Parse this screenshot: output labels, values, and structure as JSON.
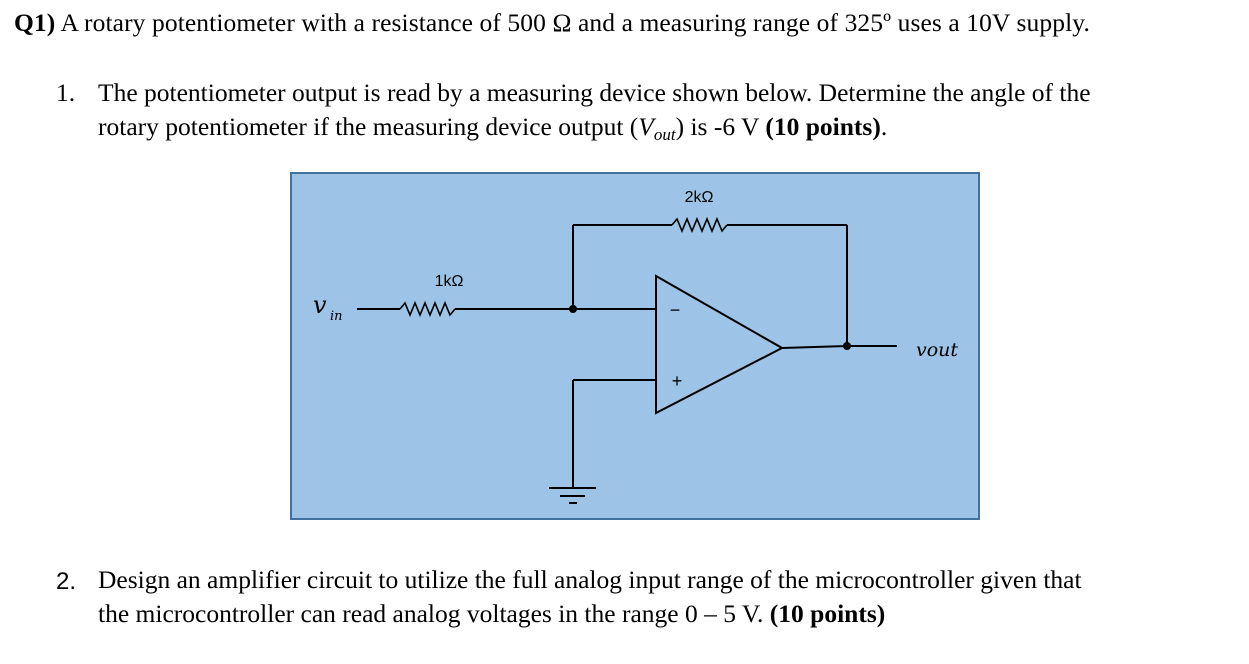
{
  "question": {
    "label": "Q1)",
    "text": " A rotary potentiometer with a resistance of 500 Ω and a measuring range of 325º uses a 10V supply."
  },
  "part1": {
    "number": "1.",
    "line1": "The potentiometer output is read by a measuring device shown below. Determine the angle of the",
    "line2_prefix": "rotary potentiometer if the measuring device output (",
    "vout_main": "V",
    "vout_sub": "out",
    "line2_suffix": ") is -6 V ",
    "points": "(10 points)",
    "line2_end": "."
  },
  "circuit": {
    "background_color": "#9dc3e6",
    "border_color": "#41719c",
    "feedback_resistor_label": "2kΩ",
    "input_resistor_label": "1kΩ",
    "input_label_main": "v",
    "input_label_sub": "in",
    "output_label": "vout",
    "inverting_symbol": "−",
    "noninverting_symbol": "+"
  },
  "part2": {
    "number": "2.",
    "line1": "Design an amplifier circuit to utilize the full analog input range of the microcontroller given that",
    "line2": "the microcontroller can read analog voltages in the range 0 – 5 V. ",
    "points": "(10 points)"
  }
}
